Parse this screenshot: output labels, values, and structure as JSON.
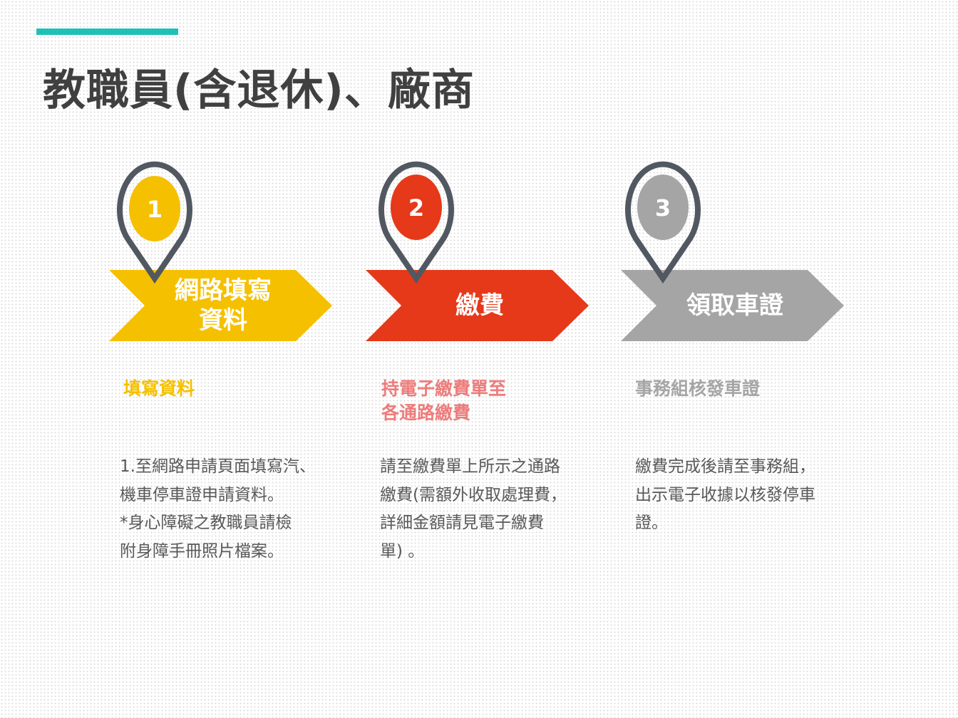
{
  "title": "教職員(含退休)、廠商",
  "colors": {
    "accent": "#1fc0b6",
    "title_text": "#404040",
    "pin_outline": "#525861",
    "body_text": "#595959"
  },
  "steps": [
    {
      "number": "1",
      "arrow_label": "網路填寫\n資料",
      "heading": "填寫資料",
      "description": "1.至網路申請頁面填寫汽、\n機車停車證申請資料。\n*身心障礙之教職員請檢\n附身障手冊照片檔案。",
      "color": "#f5c000",
      "heading_color": "#f5c000"
    },
    {
      "number": "2",
      "arrow_label": "繳費",
      "heading": "持電子繳費單至\n各通路繳費",
      "description": "請至繳費單上所示之通路\n繳費(需額外收取處理費，\n詳細金額請見電子繳費\n單) 。",
      "color": "#e5391a",
      "heading_color": "#ee7b7b"
    },
    {
      "number": "3",
      "arrow_label": "領取車證",
      "heading": "事務組核發車證",
      "description": "繳費完成後請至事務組，\n出示電子收據以核發停車\n證。",
      "color": "#a5a5a5",
      "heading_color": "#a5a5a5"
    }
  ]
}
